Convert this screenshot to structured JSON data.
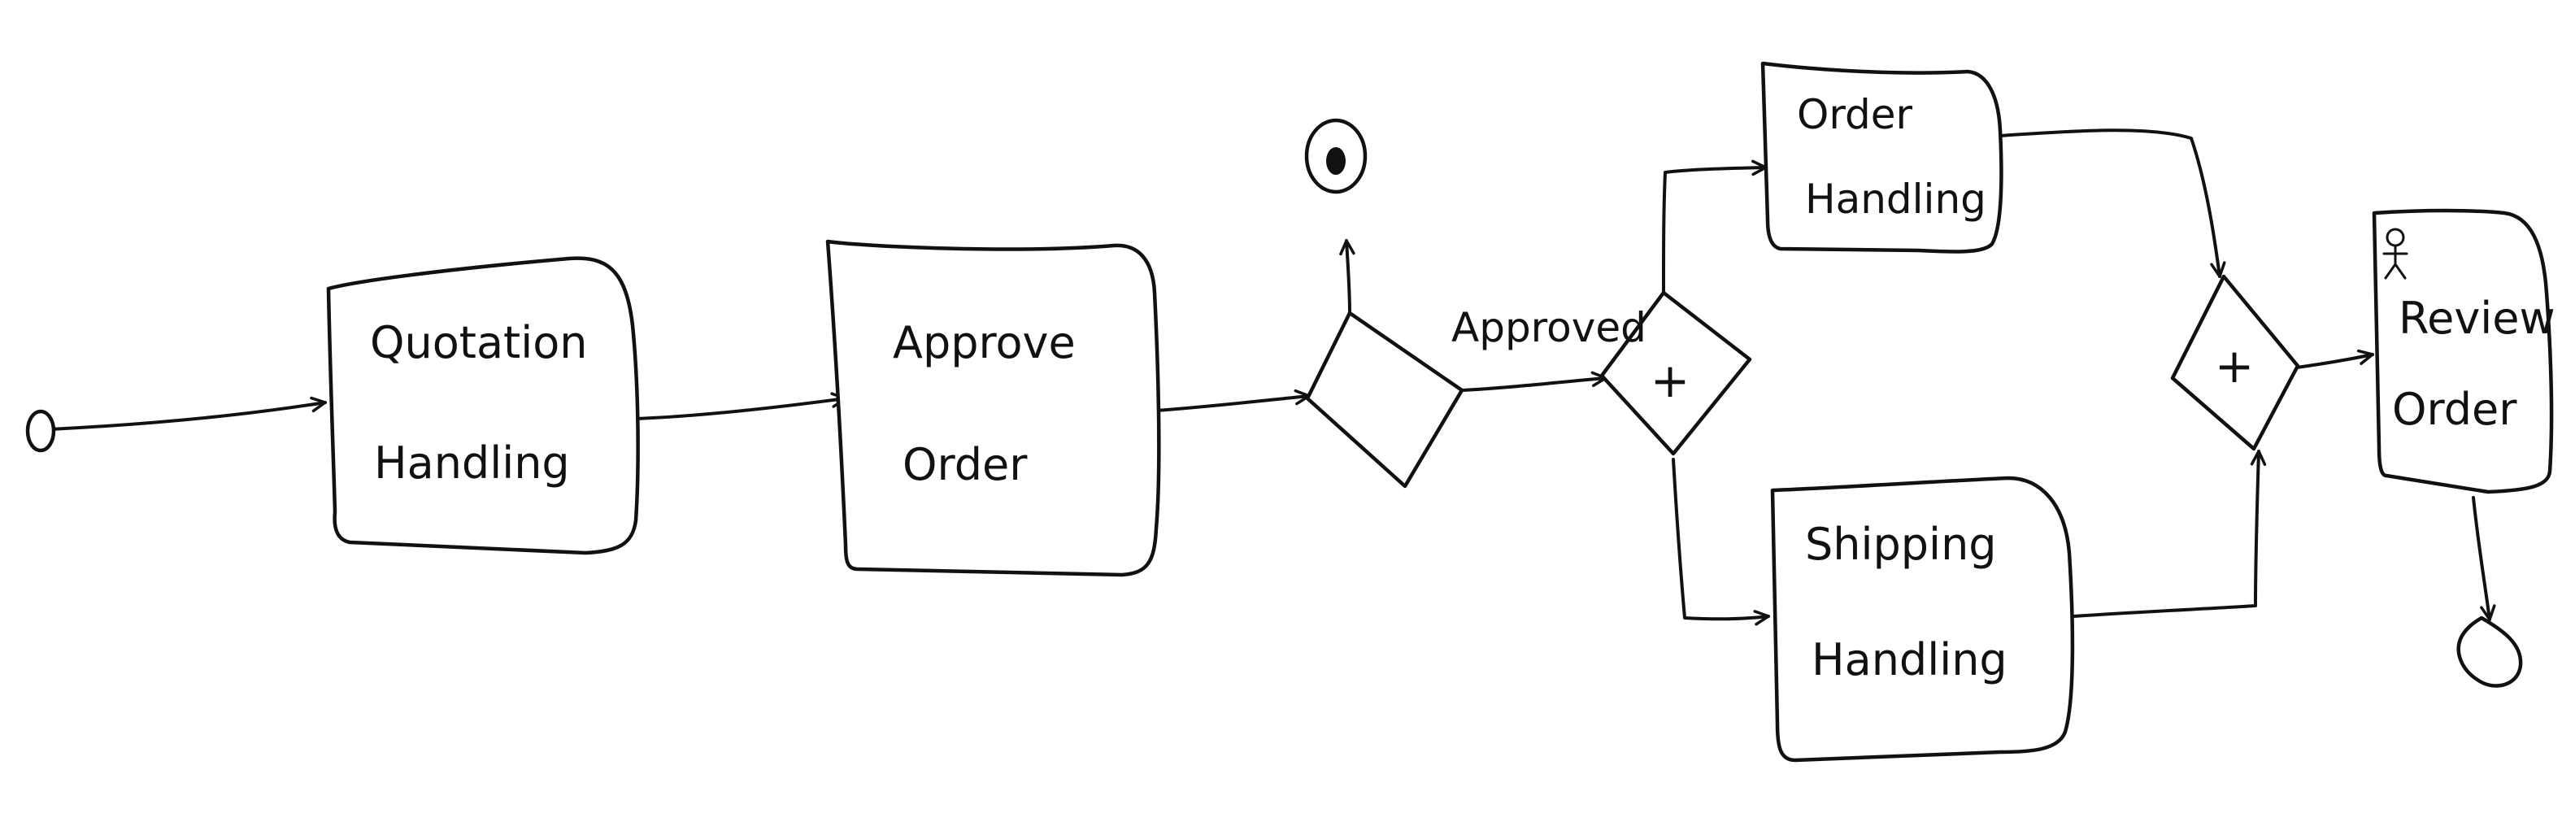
{
  "diagram": {
    "type": "BPMN process flow (hand-drawn)",
    "tasks": {
      "quotation_handling": [
        "Quotation",
        "Handling"
      ],
      "approve_order": [
        "Approve",
        "Order"
      ],
      "order_handling": [
        "Order",
        "Handling"
      ],
      "shipping_handling": [
        "Shipping",
        "Handling"
      ],
      "review_order": [
        "Review",
        "Order"
      ]
    },
    "gateways": {
      "exclusive": "",
      "parallel_split": "+",
      "parallel_join": "+"
    },
    "edge_labels": {
      "approved": "Approved"
    },
    "events": {
      "start": "start-event",
      "end_rejected": "end-event",
      "end_final": "end-event"
    },
    "icons": {
      "review_order_marker": "user-task-icon"
    },
    "stroke_color": "#111111",
    "background": "#ffffff"
  }
}
